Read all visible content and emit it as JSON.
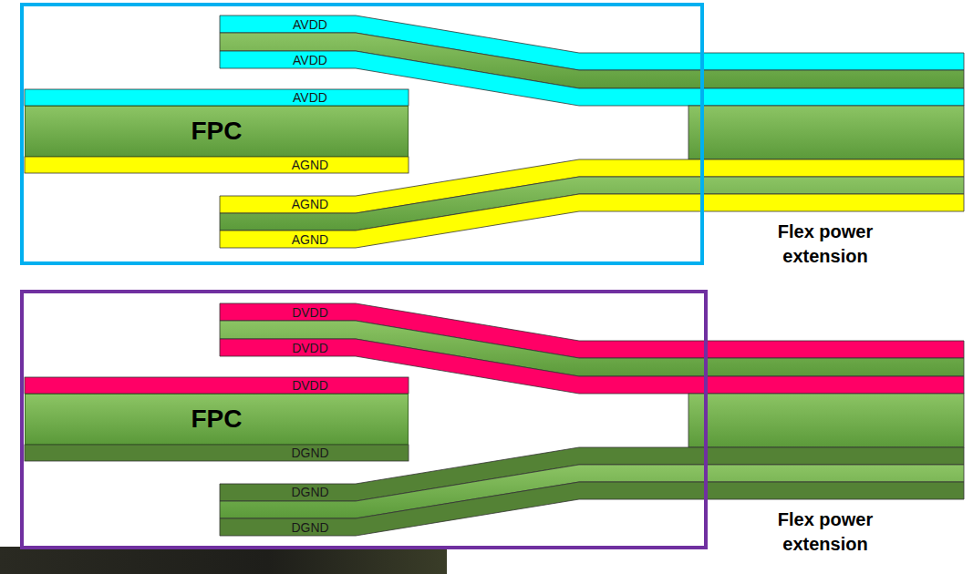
{
  "diagram": {
    "nodes": [
      {
        "text": [
          "FPC"
        ]
      },
      {
        "text": [
          "FPC"
        ]
      }
    ],
    "labels": [
      "AVDD",
      "AVDD",
      "AVDD",
      "AGND",
      "AGND",
      "AGND",
      "Flex power extension",
      "DVDD",
      "DVDD",
      "DVDD",
      "DGND",
      "DGND",
      "DGND",
      "Flex power extension"
    ]
  }
}
